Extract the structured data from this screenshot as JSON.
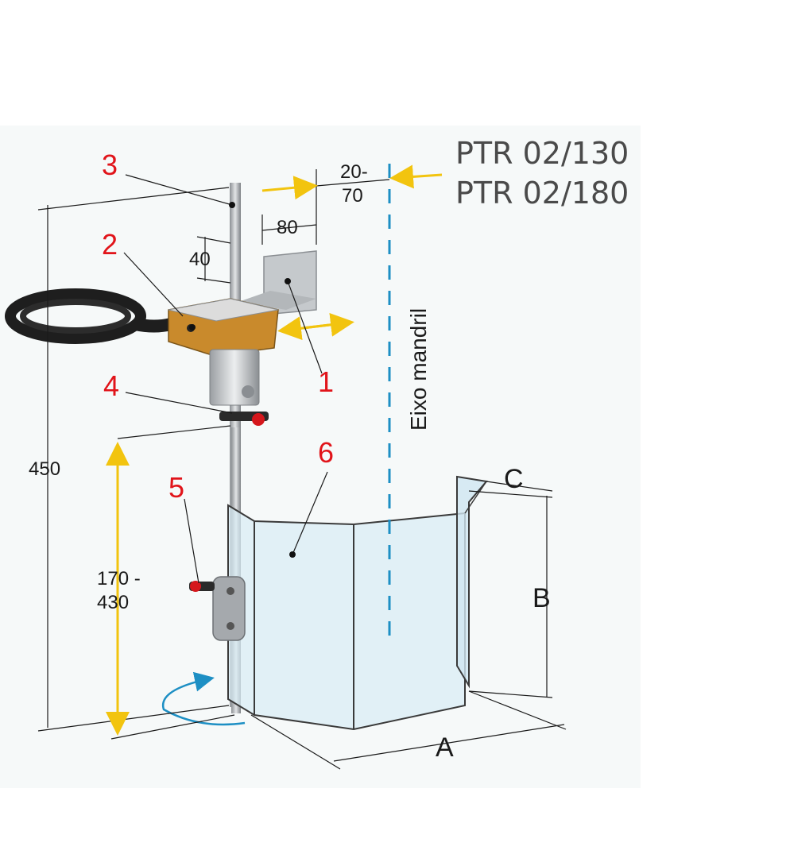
{
  "models": [
    "PTR 02/130",
    "PTR 02/180"
  ],
  "spindle_axis_label": "Eixo mandril",
  "callouts": [
    "1",
    "2",
    "3",
    "4",
    "5",
    "6"
  ],
  "dimensions": {
    "offset_top": "20-",
    "offset_bottom": "70",
    "bracket_width": "80",
    "bracket_height": "40",
    "total_height": "450",
    "range_top": "170 -",
    "range_bottom": "430",
    "a": "A",
    "b": "B",
    "c": "C"
  },
  "colors": {
    "callout": "#e1141a",
    "axis": "#1d8fc4",
    "yellow_arrow": "#f2c40f",
    "motor_housing": "#c98a2c",
    "shield": "#d9ecf5"
  }
}
